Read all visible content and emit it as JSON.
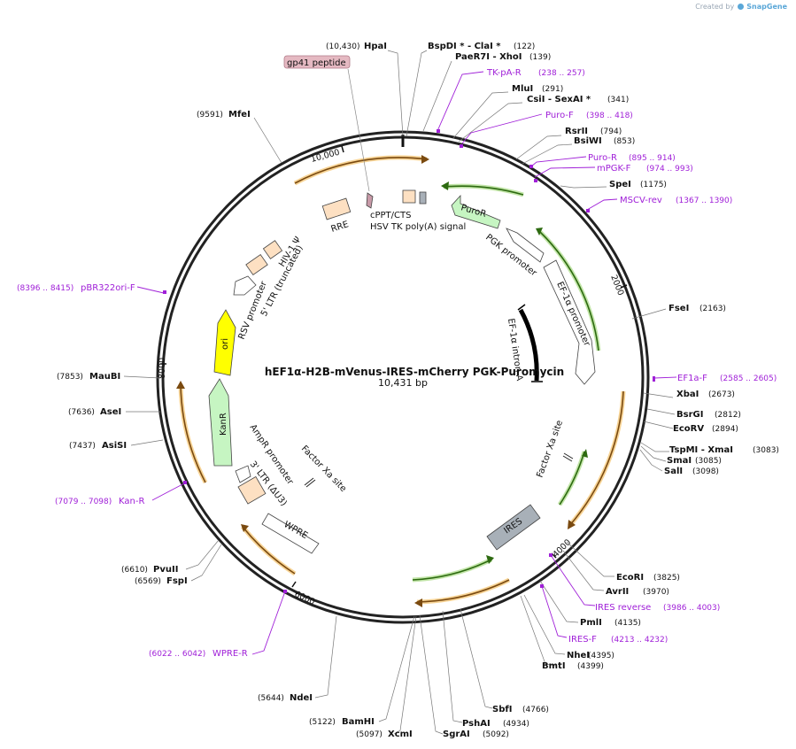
{
  "credit": {
    "prefix": "Created by",
    "brand": "SnapGene"
  },
  "map": {
    "title": "hEF1α-H2B-mVenus-IRES-mCherry PGK-Puromycin",
    "size": "10,431 bp",
    "ticks": [
      "10,000",
      "2000",
      "4000",
      "6000",
      "8000"
    ]
  },
  "sites": [
    {
      "name": "HpaI",
      "pos": "(10,430)"
    },
    {
      "name": "BspDI *  - ClaI *",
      "pos": "(122)"
    },
    {
      "name": "PaeR7I   - XhoI",
      "pos": "(139)"
    },
    {
      "name": "MluI",
      "pos": "(291)"
    },
    {
      "name": "CsiI   - SexAI *",
      "pos": "(341)"
    },
    {
      "name": "RsrII",
      "pos": "(794)"
    },
    {
      "name": "BsiWI",
      "pos": "(853)"
    },
    {
      "name": "SpeI",
      "pos": "(1175)"
    },
    {
      "name": "FseI",
      "pos": "(2163)"
    },
    {
      "name": "XbaI",
      "pos": "(2673)"
    },
    {
      "name": "BsrGI",
      "pos": "(2812)"
    },
    {
      "name": "EcoRV",
      "pos": "(2894)"
    },
    {
      "name": "TspMI   - XmaI",
      "pos": "(3083)"
    },
    {
      "name": "SmaI",
      "pos": "(3085)"
    },
    {
      "name": "SalI",
      "pos": "(3098)"
    },
    {
      "name": "EcoRI",
      "pos": "(3825)"
    },
    {
      "name": "AvrII",
      "pos": "(3970)"
    },
    {
      "name": "PmlI",
      "pos": "(4135)"
    },
    {
      "name": "NheI",
      "pos": "(4395)"
    },
    {
      "name": "BmtI",
      "pos": "(4399)"
    },
    {
      "name": "SbfI",
      "pos": "(4766)"
    },
    {
      "name": "PshAI",
      "pos": "(4934)"
    },
    {
      "name": "SgrAI",
      "pos": "(5092)"
    },
    {
      "name": "XcmI",
      "pos": "(5097)"
    },
    {
      "name": "BamHI",
      "pos": "(5122)"
    },
    {
      "name": "NdeI",
      "pos": "(5644)"
    },
    {
      "name": "FspI",
      "pos": "(6569)"
    },
    {
      "name": "PvuII",
      "pos": "(6610)"
    },
    {
      "name": "AsiSI",
      "pos": "(7437)"
    },
    {
      "name": "AseI",
      "pos": "(7636)"
    },
    {
      "name": "MauBI",
      "pos": "(7853)"
    },
    {
      "name": "MfeI",
      "pos": "(9591)"
    }
  ],
  "primers": [
    {
      "name": "TK-pA-R",
      "range": "(238 .. 257)"
    },
    {
      "name": "Puro-F",
      "range": "(398 .. 418)"
    },
    {
      "name": "Puro-R",
      "range": "(895 .. 914)"
    },
    {
      "name": "mPGK-F",
      "range": "(974 .. 993)"
    },
    {
      "name": "MSCV-rev",
      "range": "(1367 .. 1390)"
    },
    {
      "name": "EF1a-F",
      "range": "(2585 .. 2605)"
    },
    {
      "name": "IRES reverse",
      "range": "(3986 .. 4003)"
    },
    {
      "name": "IRES-F",
      "range": "(4213 .. 4232)"
    },
    {
      "name": "WPRE-R",
      "range": "(6022 .. 6042)"
    },
    {
      "name": "Kan-R",
      "range": "(7079 .. 7098)"
    },
    {
      "name": "pBR322ori-F",
      "range": "(8396 .. 8415)"
    }
  ],
  "features": {
    "gp41": "gp41 peptide",
    "rre": "RRE",
    "cppt": "cPPT/CTS",
    "hsvtk": "HSV TK poly(A) signal",
    "puror": "PuroR",
    "pgk": "PGK promoter",
    "ef1a_prom": "EF-1α promoter",
    "ef1a_intron": "EF-1α intron A",
    "hiv": "HIV-1 Ψ",
    "ltr5": "5' LTR (truncated)",
    "rsv": "RSV promoter",
    "ori": "ori",
    "kanr": "KanR",
    "ampr": "AmpR promoter",
    "ltr3": "3' LTR (ΔU3)",
    "wpre": "WPRE",
    "fxa1": "Factor Xa site",
    "fxa2": "Factor Xa site",
    "ires": "IRES"
  },
  "colors": {
    "backbone": "#222222",
    "primer": "#a020d8",
    "orf_orange": "#f0b040",
    "orf_green": "#8fd060",
    "ori": "#ffff00",
    "kanr": "#c6f5c2",
    "ltr": "#fde0c2",
    "ires": "#a8b0b8",
    "gp41_tag": "#e5b9c2"
  }
}
